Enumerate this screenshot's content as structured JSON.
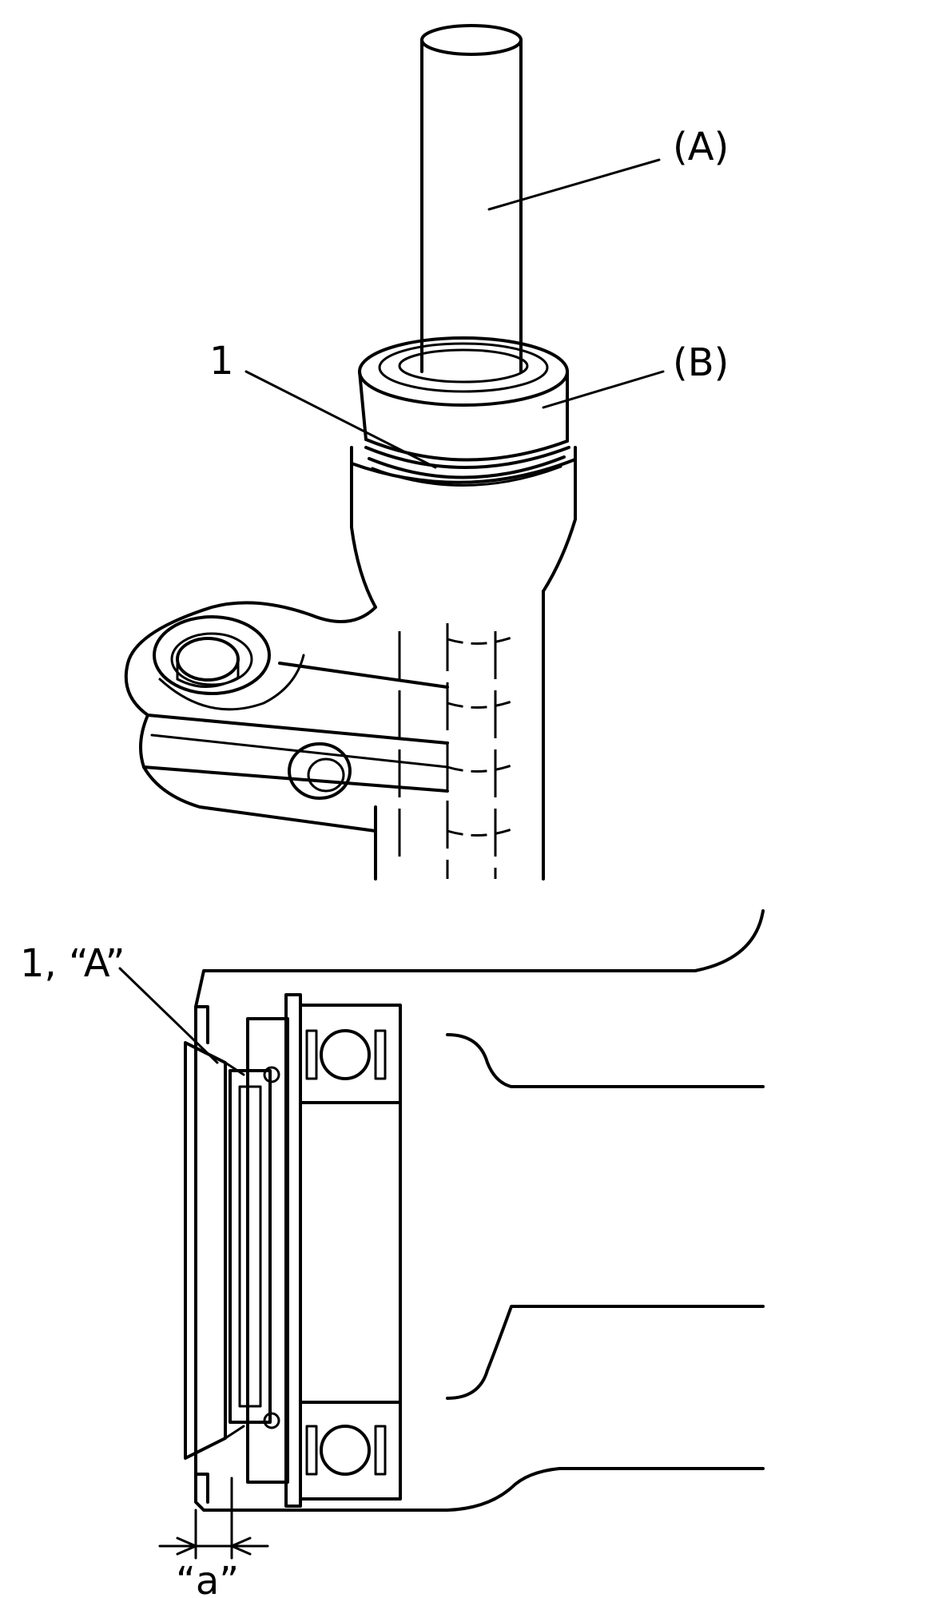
{
  "labels": {
    "shaft": "(A)",
    "installer": "(B)",
    "part_top": "1",
    "part_bottom": "1, “A”",
    "dimension": "“a”"
  }
}
